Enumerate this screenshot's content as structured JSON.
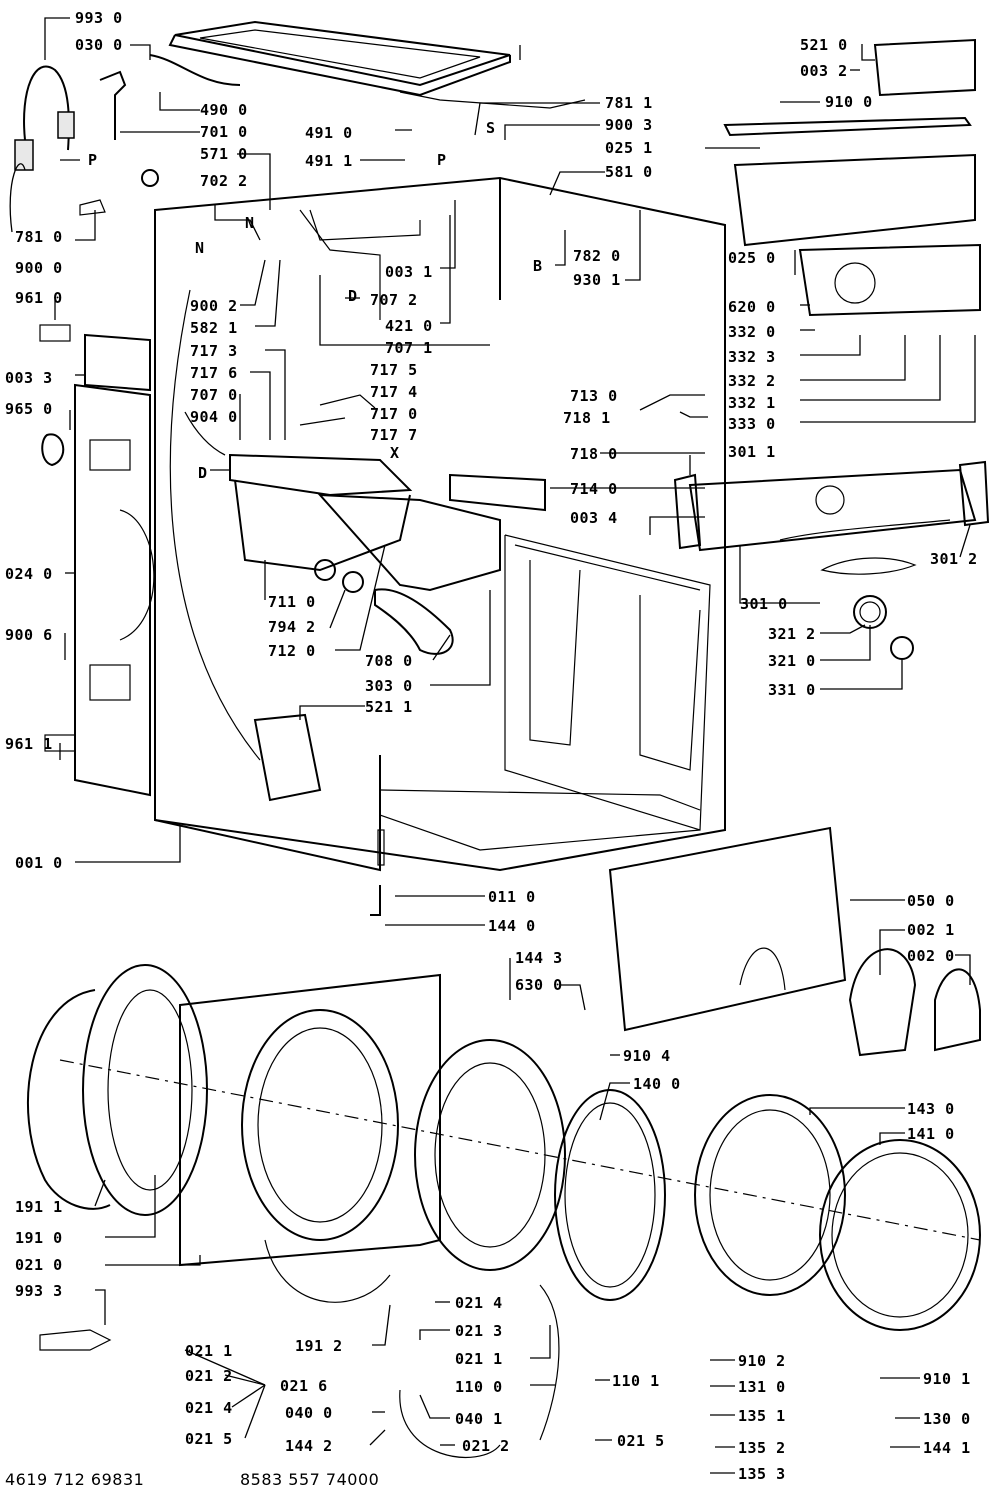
{
  "footer": {
    "left_code": "4619 712 69831",
    "right_code": "8583 557 74000"
  },
  "callouts": {
    "c9930": "993 0",
    "c0300": "030 0",
    "c4900": "490 0",
    "c7010": "701 0",
    "c5710": "571 0",
    "c7022": "702 2",
    "N1": "N",
    "N2": "N",
    "c4910": "491 0",
    "c4911": "491 1",
    "c7811": "781 1",
    "c9003": "900 3",
    "S": "S",
    "P2": "P",
    "c0251": "025 1",
    "c5810": "581 0",
    "c5210": "521 0",
    "c0032": "003 2",
    "c9100": "910 0",
    "P1": "P",
    "c7810": "781 0",
    "c9000": "900 0",
    "c9610": "961 0",
    "c0033": "003 3",
    "c9650": "965 0",
    "c9002": "900 2",
    "c5821": "582 1",
    "D1": "D",
    "c7072": "707 2",
    "c0031": "003 1",
    "c4210": "421 0",
    "c7071": "707 1",
    "B": "B",
    "c7820": "782 0",
    "c9301": "930 1",
    "c0250": "025 0",
    "c6200": "620 0",
    "c3320": "332 0",
    "c3323": "332 3",
    "c3322": "332 2",
    "c3321": "332 1",
    "c3330": "333 0",
    "c7173": "717 3",
    "c7176": "717 6",
    "c7070": "707 0",
    "c9040": "904 0",
    "D2": "D",
    "c7175": "717 5",
    "c7174": "717 4",
    "c7170": "717 0",
    "c7177": "717 7",
    "X": "X",
    "c7130": "713 0",
    "c7181": "718 1",
    "c7180": "718 0",
    "c7140": "714 0",
    "c0034": "003 4",
    "c3011": "301 1",
    "c3012": "301 2",
    "c3010": "301 0",
    "c3212": "321 2",
    "c3210": "321 0",
    "c3310": "331 0",
    "c0240": "024 0",
    "c7110": "711 0",
    "c7942": "794 2",
    "c7120": "712 0",
    "c7080": "708 0",
    "c3030": "303 0",
    "c9006": "900 6",
    "c5211": "521 1",
    "c9611": "961 1",
    "c0010": "001 0",
    "c0110": "011 0",
    "c1440": "144 0",
    "c0500": "050 0",
    "c0021": "002 1",
    "c0020": "002 0",
    "c1443": "144 3",
    "c6300": "630 0",
    "c9104": "910 4",
    "c1400": "140 0",
    "c1430": "143 0",
    "c1410": "141 0",
    "c1911": "191 1",
    "c1910": "191 0",
    "c0210": "021 0",
    "c9933": "993 3",
    "c1912": "191 2",
    "c0214a": "021 4",
    "c0213": "021 3",
    "c0211b": "021 1",
    "c1100": "110 0",
    "c1101": "110 1",
    "c0211a": "021 1",
    "c0212a": "021 2",
    "c0216": "021 6",
    "c0214b": "021 4",
    "c0215a": "021 5",
    "c0400": "040 0",
    "c0401": "040 1",
    "c1442": "144 2",
    "c0212b": "021 2",
    "c0215b": "021 5",
    "c9102": "910 2",
    "c1310": "131 0",
    "c1351": "135 1",
    "c1352": "135 2",
    "c1353": "135 3",
    "c9101": "910 1",
    "c1300": "130 0",
    "c1441": "144 1"
  }
}
